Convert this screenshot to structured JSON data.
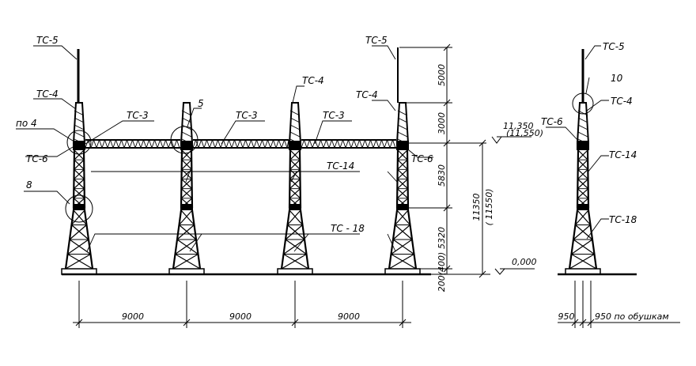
{
  "labels": {
    "tc5": "ТС-5",
    "tc4": "ТС-4",
    "tc3": "ТС-3",
    "tc6": "ТС-6",
    "tc14": "ТС-14",
    "tc18": "ТС-18",
    "tc18_main": "ТС - 18",
    "po4": "по 4",
    "callout8": "8",
    "callout5": "5",
    "callout10": "10"
  },
  "dimensions": {
    "h5000": "5000",
    "h3000": "3000",
    "h5830": "5830",
    "h5320": "5320",
    "h200": "200(400)",
    "h11350": "11350",
    "h11550": "( 11550)",
    "level_top": "11,350",
    "level_top_alt": "(11,550)",
    "level_zero": "0,000",
    "span1": "9000",
    "span2": "9000",
    "span3": "9000",
    "side1": "950",
    "side2": "950 по обушкам"
  }
}
